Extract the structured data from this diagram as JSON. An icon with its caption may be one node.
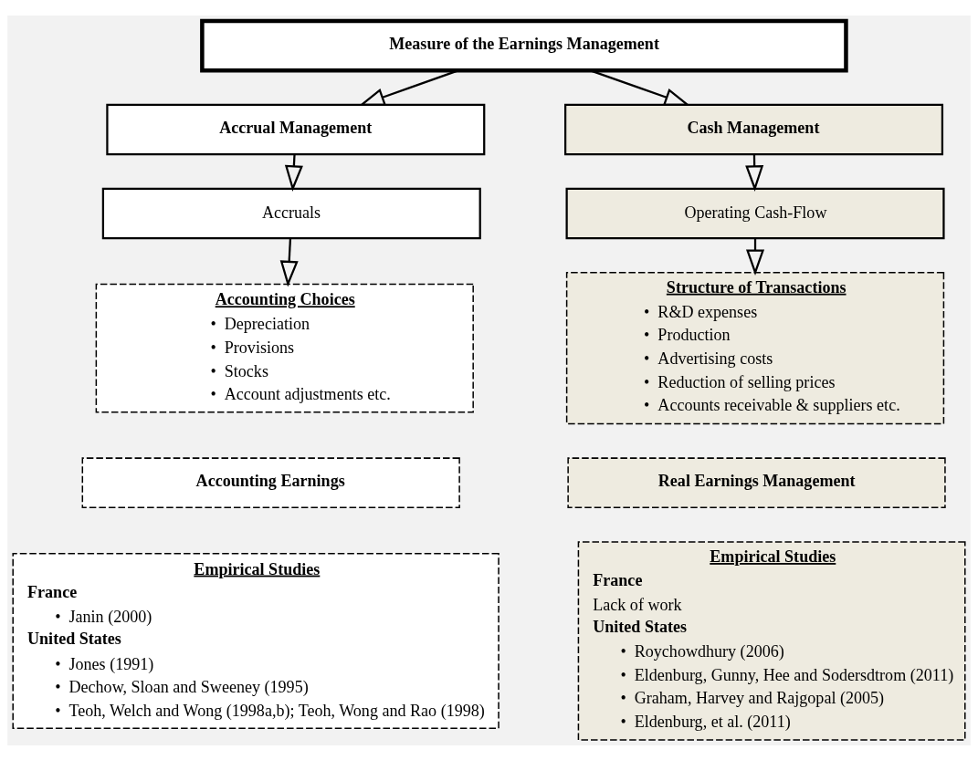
{
  "diagram": {
    "nodes": [
      {
        "text": [
          "Measure of the Earnings Management"
        ]
      },
      {
        "text": [
          "Accrual Management"
        ]
      },
      {
        "text": [
          "Accruals"
        ]
      },
      {
        "text": [
          "Accounting Choices",
          "•  Depreciation",
          "•  Provisions",
          "•  Stocks",
          "•  Account adjustments etc."
        ]
      },
      {
        "text": [
          "Accounting Earnings"
        ]
      },
      {
        "text": [
          "Empirical Studies",
          "France",
          "•  Janin (2000)",
          "United States",
          "•  Jones (1991)",
          "•  Dechow, Sloan and Sweeney (1995)",
          "•  Teoh, Welch and Wong (1998a,b); Teoh, Wong and Rao (1998)"
        ]
      },
      {
        "text": [
          "Cash Management"
        ]
      },
      {
        "text": [
          "Operating Cash-Flow"
        ]
      },
      {
        "text": [
          "Structure of Transactions",
          "•  R&D expenses",
          "•  Production",
          "•  Advertising costs",
          "•  Reduction of selling prices",
          "•  Accounts receivable & suppliers etc."
        ]
      },
      {
        "text": [
          "Real Earnings Management"
        ]
      },
      {
        "text": [
          "Empirical Studies",
          "France",
          "Lack of work",
          "United States",
          "•  Roychowdhury (2006)",
          "•  Eldenburg, Gunny, Hee and Sodersdtrom (2011)",
          "•  Graham, Harvey and Rajgopal (2005)",
          "•  Eldenburg, et al. (2011)"
        ]
      }
    ],
    "edges": [
      {
        "from": 0,
        "to": 1,
        "arrow": "to"
      },
      {
        "from": 0,
        "to": 6,
        "arrow": "to"
      },
      {
        "from": 1,
        "to": 2,
        "arrow": "to"
      },
      {
        "from": 2,
        "to": 3,
        "arrow": "to"
      },
      {
        "from": 6,
        "to": 7,
        "arrow": "to"
      },
      {
        "from": 7,
        "to": 8,
        "arrow": "to"
      }
    ]
  }
}
